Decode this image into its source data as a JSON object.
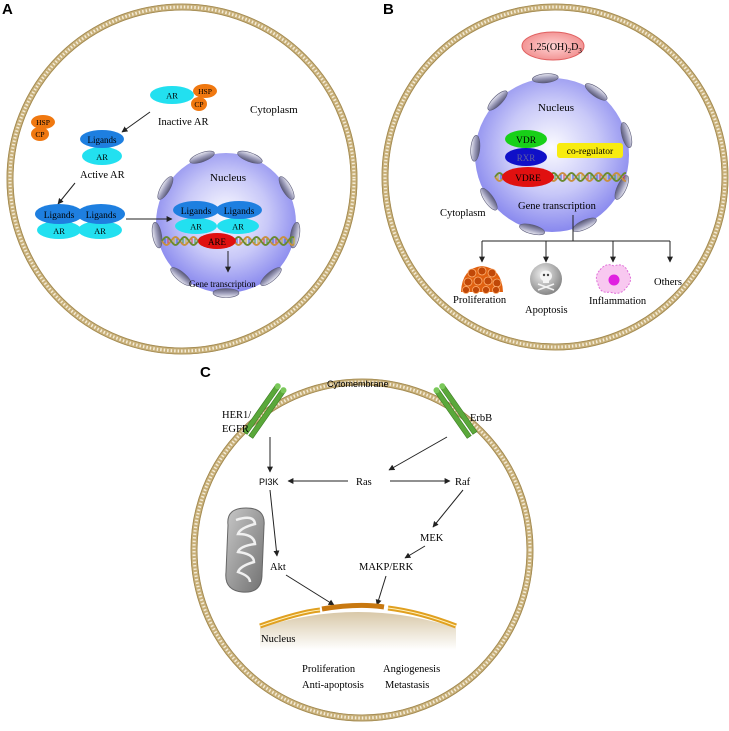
{
  "panels": {
    "a": {
      "letter": "A",
      "cytoplasm": "Cytoplasm",
      "nucleus": "Nucleus",
      "ar": "AR",
      "hsp": "HSP",
      "cp": "CP",
      "inactive_ar": "Inactive AR",
      "active_ar": "Active AR",
      "ligands": "Ligands",
      "are": "ARE",
      "gene_transcription": "Gene transcription"
    },
    "b": {
      "letter": "B",
      "vitamin": "1,25(OH)",
      "vitamin_sub1": "2",
      "vitamin_d": "D",
      "vitamin_sub2": "3",
      "nucleus": "Nucleus",
      "vdr": "VDR",
      "rxr": "RXR",
      "coregulator": "co-regulator",
      "vdre": "VDRE",
      "gene_transcription": "Gene transcription",
      "cytoplasm": "Cytoplasm",
      "outcomes": [
        "Proliferation",
        "Apoptosis",
        "Inflammation",
        "Others"
      ]
    },
    "c": {
      "letter": "C",
      "cytomembrane": "Cytomembrane",
      "her1": "HER1/",
      "egfr": "EGFR",
      "erbb": "ErbB",
      "pi3k": "PI3K",
      "ras": "Ras",
      "raf": "Raf",
      "mek": "MEK",
      "makp": "MAKP/ERK",
      "akt": "Akt",
      "nucleus": "Nucleus",
      "proliferation": "Proliferation",
      "anti_apoptosis": "Anti-apoptosis",
      "angiogenesis": "Angiogenesis",
      "metastasis": "Metastasis"
    }
  },
  "colors": {
    "membrane": "#c8b07a",
    "nucleus_core": "#f2f2ff",
    "nucleus_edge": "#8f8ff0",
    "pore": "#8a8aa8",
    "ligand": "#1e7fe0",
    "ar": "#22e0f0",
    "hsp": "#f07810",
    "are": "#e01010",
    "vdr": "#18d018",
    "rxr": "#1010c8",
    "coregulator": "#f8ec10",
    "receptor": "#5aa83a"
  }
}
